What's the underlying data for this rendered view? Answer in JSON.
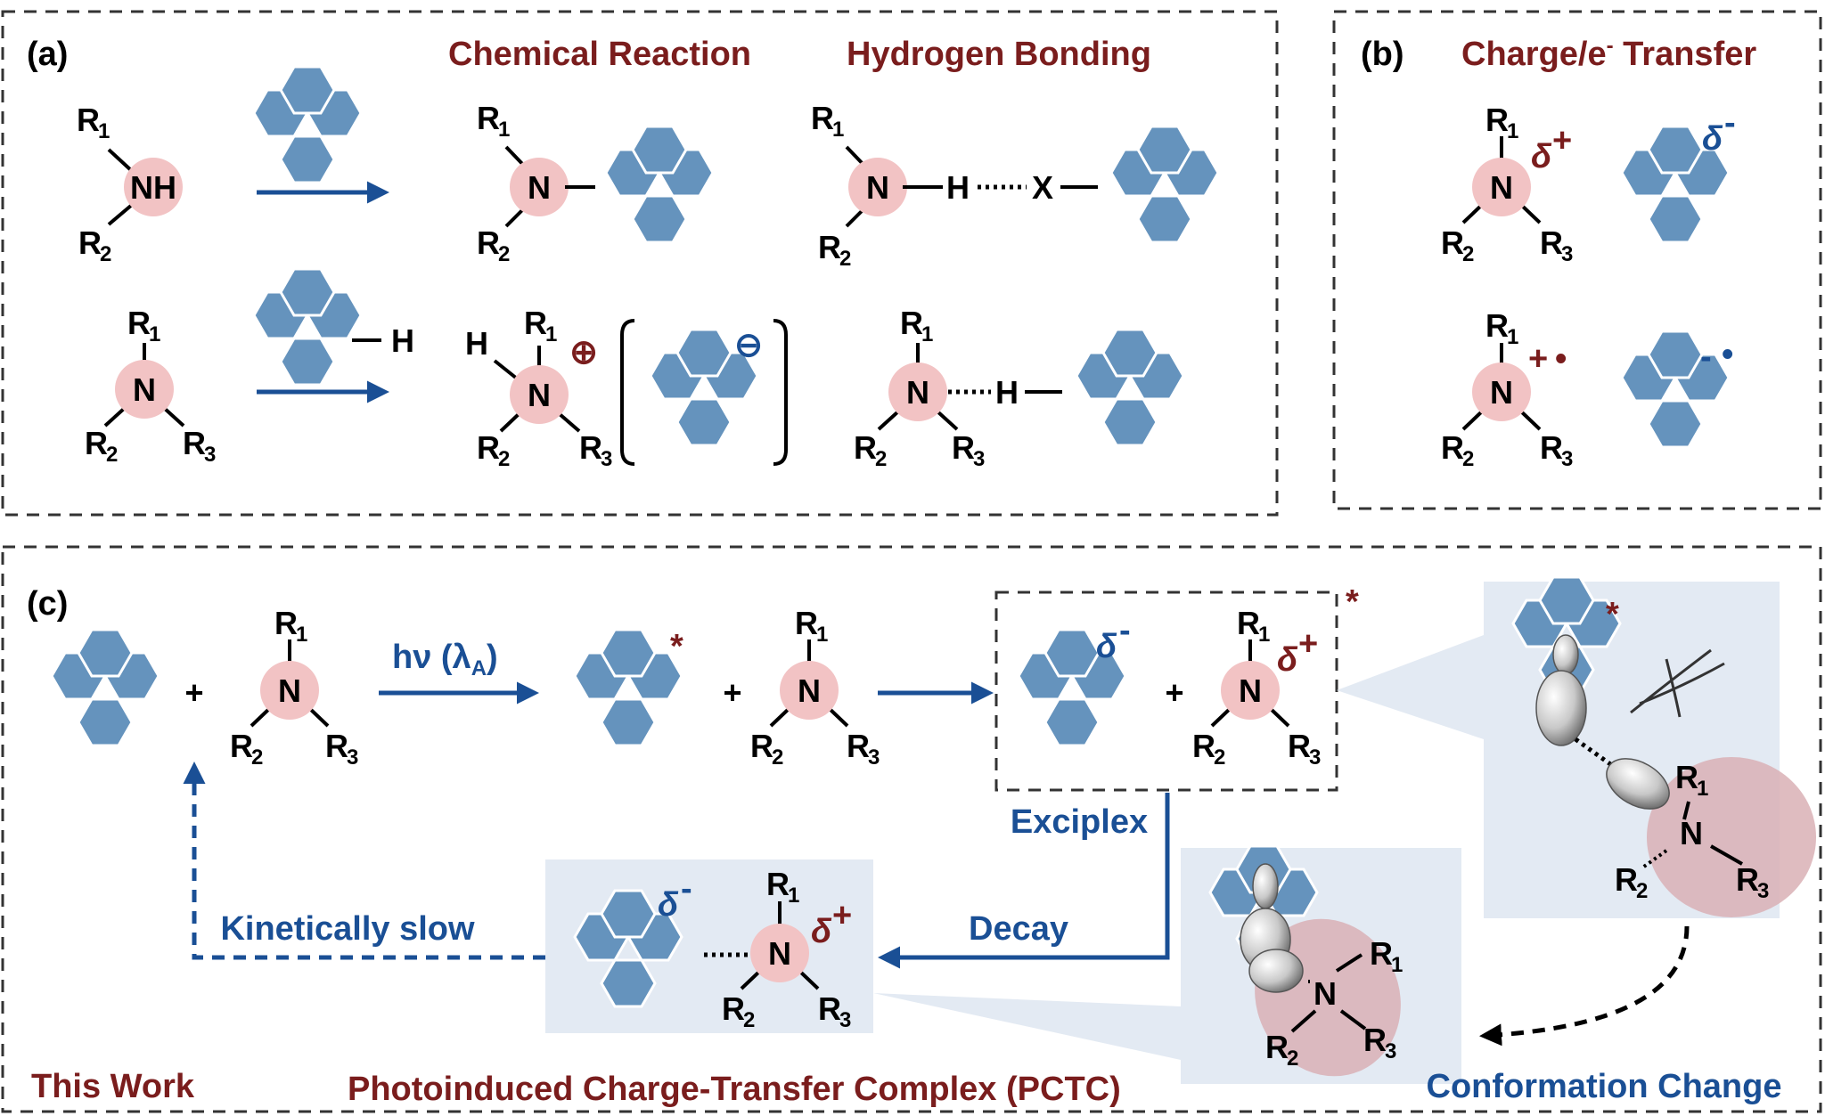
{
  "panels": {
    "a": {
      "tag": "(a)",
      "headings": [
        "Chemical Reaction",
        "Hydrogen Bonding"
      ]
    },
    "b": {
      "tag": "(b)",
      "heading_main": "Charge/e",
      "heading_sup": "-",
      "heading_tail": " Transfer"
    },
    "c": {
      "tag": "(c)",
      "hv_label": "hν (λ",
      "hv_sub": "A",
      "hv_close": ")",
      "exciplex": "Exciplex",
      "decay": "Decay",
      "kinetically_slow": "Kinetically slow",
      "conformation_change": "Conformation Change",
      "this_work": "This Work",
      "pctc": "Photoinduced Charge-Transfer Complex (PCTC)"
    }
  },
  "atoms": {
    "N": "N",
    "NH": "NH",
    "H": "H",
    "X": "X",
    "R": "R",
    "plus": "+",
    "star": "*",
    "delta": "δ",
    "sub1": "1",
    "sub2": "2",
    "sub3": "3",
    "minus": "-",
    "plus_sign": "+",
    "radical": "•",
    "circle_plus": "⊕",
    "circle_minus": "⊖"
  },
  "colors": {
    "maroon": "#7a1d1d",
    "blue": "#1a4f95",
    "hexagon": "#6593bd",
    "n_circle": "#f2c3c4",
    "panel_bg": "#e3eaf3"
  }
}
